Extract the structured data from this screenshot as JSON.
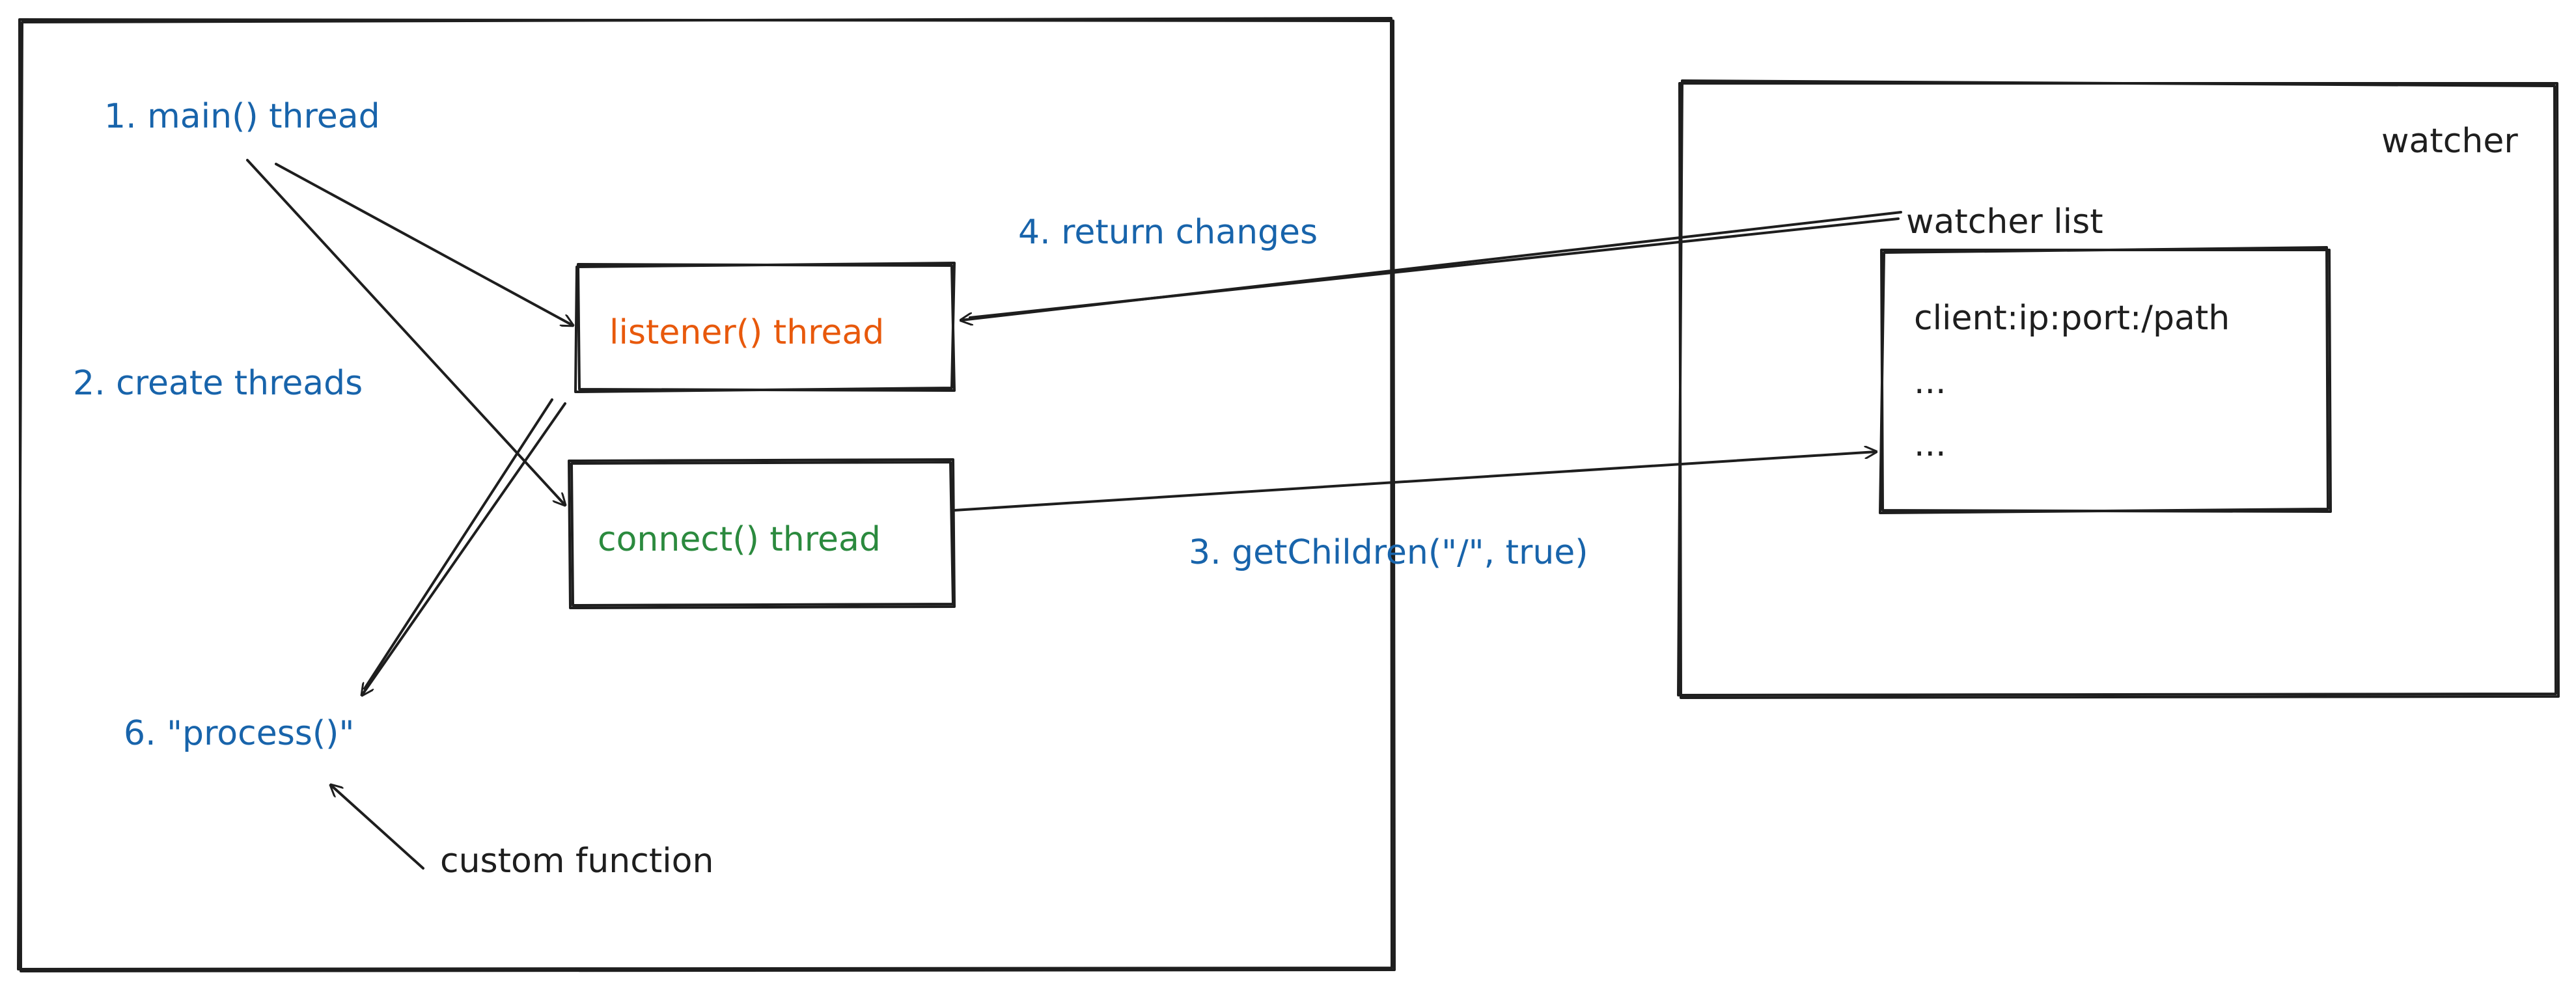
{
  "colors": {
    "ink": "#1e1e1e",
    "blue": "#1864ab",
    "orange": "#e8590c",
    "green": "#2b8a3e",
    "background": "#ffffff"
  },
  "main_process": {
    "step1": "1. main() thread",
    "step2": "2. create threads",
    "step6": "6. \"process()\"",
    "custom_function": "custom function",
    "listener_box": "listener() thread",
    "connect_box": "connect() thread"
  },
  "edges": {
    "step3": "3. getChildren(\"/\", true)",
    "step4": "4. return changes"
  },
  "watcher": {
    "title": "watcher",
    "list_label": "watcher list",
    "entries": [
      "client:ip:port:/path",
      "...",
      "..."
    ]
  }
}
